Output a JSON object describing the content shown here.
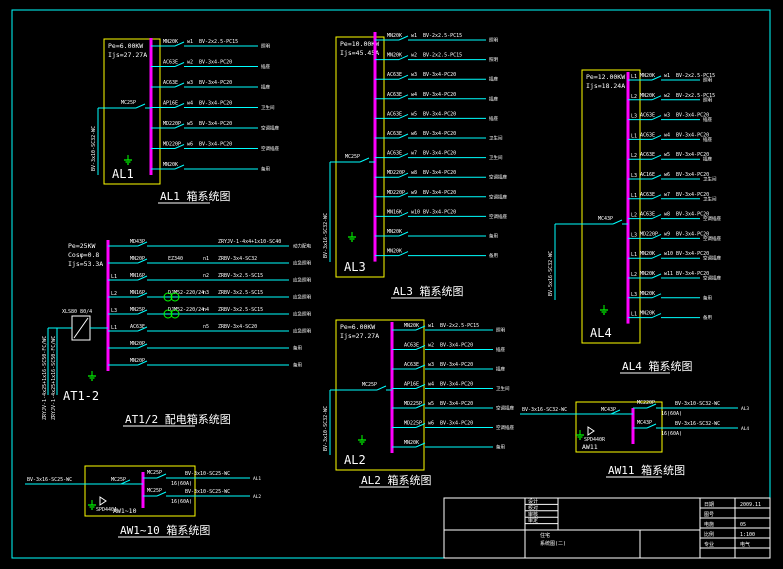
{
  "colors": {
    "background": "#000000",
    "panel_frame": "#ffff00",
    "busbar": "#ff00ff",
    "feeder": "#00ffff",
    "ground": "#00ff00",
    "text": "#ffffff",
    "title_block": "#ffffff",
    "sheet_border": "#00ffff"
  },
  "panels": {
    "AL1": {
      "label": "AL1",
      "title": "AL1 箱系统图",
      "params": [
        "Pe=6.00KW",
        "Ijs=27.27A"
      ],
      "incoming": {
        "breaker": "MC25P",
        "cable": "BV-3x10-SC32-WC"
      },
      "circuits": [
        {
          "breaker": "MN20K",
          "no": "w1",
          "cable": "BV-2x2.5-PC15",
          "dest": "照明"
        },
        {
          "breaker": "AC63E",
          "no": "w2",
          "cable": "BV-3x4-PC20",
          "dest": "插座"
        },
        {
          "breaker": "AC63E",
          "no": "w3",
          "cable": "BV-3x4-PC20",
          "dest": "插座"
        },
        {
          "breaker": "AP16E",
          "no": "w4",
          "cable": "BV-3x4-PC20",
          "dest": "卫生间"
        },
        {
          "breaker": "MD220P",
          "no": "w5",
          "cable": "BV-3x4-PC20",
          "dest": "空调插座"
        },
        {
          "breaker": "MD220P",
          "no": "w6",
          "cable": "BV-3x4-PC20",
          "dest": "空调插座"
        },
        {
          "breaker": "MN20K",
          "no": "",
          "cable": "",
          "dest": "备用"
        }
      ]
    },
    "AL3": {
      "label": "AL3",
      "title": "AL3 箱系统图",
      "params": [
        "Pe=10.00KW",
        "Ijs=45.45A"
      ],
      "incoming": {
        "breaker": "MC25P",
        "cable": "BV-3x16-SC32-WC"
      },
      "circuits": [
        {
          "breaker": "MN20K",
          "no": "w1",
          "cable": "BV-2x2.5-PC15",
          "dest": "照明"
        },
        {
          "breaker": "MN20K",
          "no": "w2",
          "cable": "BV-2x2.5-PC15",
          "dest": "照明"
        },
        {
          "breaker": "AC63E",
          "no": "w3",
          "cable": "BV-3x4-PC20",
          "dest": "插座"
        },
        {
          "breaker": "AC63E",
          "no": "w4",
          "cable": "BV-3x4-PC20",
          "dest": "插座"
        },
        {
          "breaker": "AC63E",
          "no": "w5",
          "cable": "BV-3x4-PC20",
          "dest": "插座"
        },
        {
          "breaker": "AC63E",
          "no": "w6",
          "cable": "BV-3x4-PC20",
          "dest": "卫生间"
        },
        {
          "breaker": "AC63E",
          "no": "w7",
          "cable": "BV-3x4-PC20",
          "dest": "卫生间"
        },
        {
          "breaker": "MD220P",
          "no": "w8",
          "cable": "BV-3x4-PC20",
          "dest": "空调插座"
        },
        {
          "breaker": "MD220P",
          "no": "w9",
          "cable": "BV-3x4-PC20",
          "dest": "空调插座"
        },
        {
          "breaker": "MN16K",
          "no": "w10",
          "cable": "BV-3x4-PC20",
          "dest": "空调插座"
        },
        {
          "breaker": "MN20K",
          "no": "",
          "cable": "",
          "dest": "备用"
        },
        {
          "breaker": "MN20K",
          "no": "",
          "cable": "",
          "dest": "备用"
        }
      ]
    },
    "AL4": {
      "label": "AL4",
      "title": "AL4 箱系统图",
      "params": [
        "Pe=12.00KW",
        "Ijs=18.24A"
      ],
      "incoming": {
        "breaker": "MC43P",
        "cable": "BV-5x16-SC32-WC"
      },
      "circuits": [
        {
          "phase": "L1",
          "breaker": "MN20K",
          "no": "w1",
          "cable": "BV-2x2.5-PC15",
          "dest": "照明"
        },
        {
          "phase": "L2",
          "breaker": "MN20K",
          "no": "w2",
          "cable": "BV-2x2.5-PC15",
          "dest": "照明"
        },
        {
          "phase": "L3",
          "breaker": "AC63E",
          "no": "w3",
          "cable": "BV-3x4-PC20",
          "dest": "插座"
        },
        {
          "phase": "L1",
          "breaker": "AC63E",
          "no": "w4",
          "cable": "BV-3x4-PC20",
          "dest": "插座"
        },
        {
          "phase": "L2",
          "breaker": "AC63E",
          "no": "w5",
          "cable": "BV-3x4-PC20",
          "dest": "插座"
        },
        {
          "phase": "L3",
          "breaker": "AC16E",
          "no": "w6",
          "cable": "BV-3x4-PC20",
          "dest": "卫生间"
        },
        {
          "phase": "L1",
          "breaker": "AC63E",
          "no": "w7",
          "cable": "BV-3x4-PC20",
          "dest": "卫生间"
        },
        {
          "phase": "L2",
          "breaker": "AC63E",
          "no": "w8",
          "cable": "BV-3x4-PC20",
          "dest": "空调插座"
        },
        {
          "phase": "L3",
          "breaker": "MD220P",
          "no": "w9",
          "cable": "BV-3x4-PC20",
          "dest": "空调插座"
        },
        {
          "phase": "L1",
          "breaker": "MN20K",
          "no": "w10",
          "cable": "BV-3x4-PC20",
          "dest": "空调插座"
        },
        {
          "phase": "L2",
          "breaker": "MN20K",
          "no": "w11",
          "cable": "BV-3x4-PC20",
          "dest": "空调插座"
        },
        {
          "phase": "L3",
          "breaker": "MN20K",
          "no": "",
          "cable": "",
          "dest": "备用"
        },
        {
          "phase": "L1",
          "breaker": "MN20K",
          "no": "",
          "cable": "",
          "dest": "备用"
        }
      ]
    },
    "AL2": {
      "label": "AL2",
      "title": "AL2 箱系统图",
      "params": [
        "Pe=6.00KW",
        "Ijs=27.27A"
      ],
      "incoming": {
        "breaker": "MC25P",
        "cable": "BV-3x10-SC32-WC"
      },
      "circuits": [
        {
          "breaker": "MN20K",
          "no": "w1",
          "cable": "BV-2x2.5-PC15",
          "dest": "照明"
        },
        {
          "breaker": "AC63E",
          "no": "w2",
          "cable": "BV-3x4-PC20",
          "dest": "插座"
        },
        {
          "breaker": "AC63E",
          "no": "w3",
          "cable": "BV-3x4-PC20",
          "dest": "插座"
        },
        {
          "breaker": "AP16E",
          "no": "w4",
          "cable": "BV-3x4-PC20",
          "dest": "卫生间"
        },
        {
          "breaker": "MD225P",
          "no": "w5",
          "cable": "BV-3x4-PC20",
          "dest": "空调插座"
        },
        {
          "breaker": "MD225P",
          "no": "w6",
          "cable": "BV-3x4-PC20",
          "dest": "空调插座"
        },
        {
          "breaker": "MN20K",
          "no": "",
          "cable": "",
          "dest": "备用"
        }
      ]
    },
    "AT1_2": {
      "label": "AT1-2",
      "title": "AT1/2 配电箱系统图",
      "params": [
        "Pe=25KW",
        "Cosφ=0.8",
        "Ijs=53.3A"
      ],
      "switch": "XLS80 80/4",
      "incoming_cables": [
        "ZRYJV-1-4x25+1x16-SC50-FC/WC",
        "ZRYJV-1-4x25+1x16-SC50-FC/WC"
      ],
      "circuits": [
        {
          "phase": "",
          "breaker": "MD43P",
          "mid": "",
          "no": "",
          "cable": "ZRYJV-1-4x4+1x10-SC40",
          "dest": "动力配电"
        },
        {
          "phase": "",
          "breaker": "MN20P",
          "mid": "EZ340",
          "no": "n1",
          "cable": "ZRBV-3x4-SC32",
          "dest": "应急照明"
        },
        {
          "phase": "L1",
          "breaker": "MN16P",
          "mid": "",
          "no": "n2",
          "cable": "ZRBV-3x2.5-SC15",
          "dest": "应急照明"
        },
        {
          "phase": "L2",
          "breaker": "MN16P",
          "mid": "DJM52-220/24",
          "no": "n3",
          "cable": "ZRBV-3x2.5-SC15",
          "dest": "应急照明"
        },
        {
          "phase": "L3",
          "breaker": "MN25P",
          "mid": "DJM52-220/24",
          "no": "n4",
          "cable": "ZRBV-3x2.5-SC15",
          "dest": "应急照明"
        },
        {
          "phase": "L1",
          "breaker": "AC63E",
          "mid": "",
          "no": "n5",
          "cable": "ZRBV-3x4-SC20",
          "dest": "应急照明"
        },
        {
          "phase": "",
          "breaker": "MN20P",
          "mid": "",
          "no": "",
          "cable": "",
          "dest": "备用"
        },
        {
          "phase": "",
          "breaker": "MN20P",
          "mid": "",
          "no": "",
          "cable": "",
          "dest": "备用"
        }
      ]
    },
    "AW1_10": {
      "label": "AW1~10",
      "title": "AW1~10 箱系统图",
      "incoming": {
        "breaker": "MC25P",
        "cable": "BV-3x16-SC25-WC"
      },
      "spd": "SPD440A",
      "circuits": [
        {
          "breaker": "MC25P",
          "rating": "16(60A)",
          "cable": "BV-3x10-SC25-WC",
          "dest": "AL1"
        },
        {
          "breaker": "MC25P",
          "rating": "16(60A)",
          "cable": "BV-3x10-SC25-WC",
          "dest": "AL2"
        }
      ]
    },
    "AW11": {
      "label": "AW11",
      "title": "AW11 箱系统图",
      "incoming": {
        "breaker": "MC43P",
        "cable": "BV-3x16-SC32-WC"
      },
      "spd": "SPD440R",
      "circuits": [
        {
          "breaker": "MC220P",
          "rating": "16(60A)",
          "cable": "BV-3x10-SC32-WC",
          "dest": "AL3"
        },
        {
          "breaker": "MC43P",
          "rating": "16(60A)",
          "cable": "BV-3x16-SC32-WC",
          "dest": "AL4"
        }
      ]
    }
  },
  "title_block": {
    "drawing_name": "住宅",
    "sheet_title": "系统图(二)",
    "labels": [
      "设计",
      "校对",
      "审核",
      "审定",
      "日期",
      "图号",
      "电施",
      "比例",
      "专业"
    ],
    "values": [
      "",
      "",
      "",
      "",
      "2009.11",
      "",
      "05",
      "1:100",
      "电气"
    ]
  }
}
